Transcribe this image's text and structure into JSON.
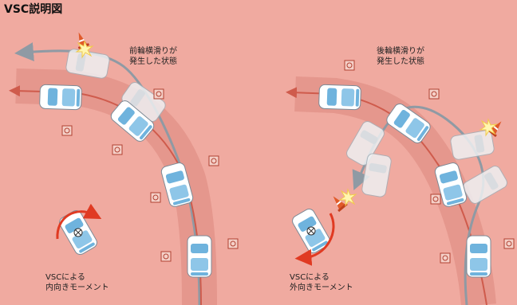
{
  "title": "VSC説明図",
  "left_panel": {
    "situation": "前輪横滑りが\n発生した状態",
    "moment": "VSCによる\n内向きモーメント"
  },
  "right_panel": {
    "situation": "後輪横滑りが\n発生した状態",
    "moment": "VSCによる\n外向きモーメント"
  },
  "colors": {
    "background": "#f0aaa0",
    "road_shadow": "#e08f84",
    "path_gray": "#8f9aa4",
    "car_body": "#ffffff",
    "car_glass": "#6fb3dd",
    "ideal_arrow": "#cf5b4c",
    "moment_arrow": "#e03a22",
    "cone": "#e05a2a"
  },
  "icons": [
    "traffic-cone-icon",
    "collision-spark-icon",
    "pylon-marker-icon",
    "moment-arrow-icon"
  ]
}
